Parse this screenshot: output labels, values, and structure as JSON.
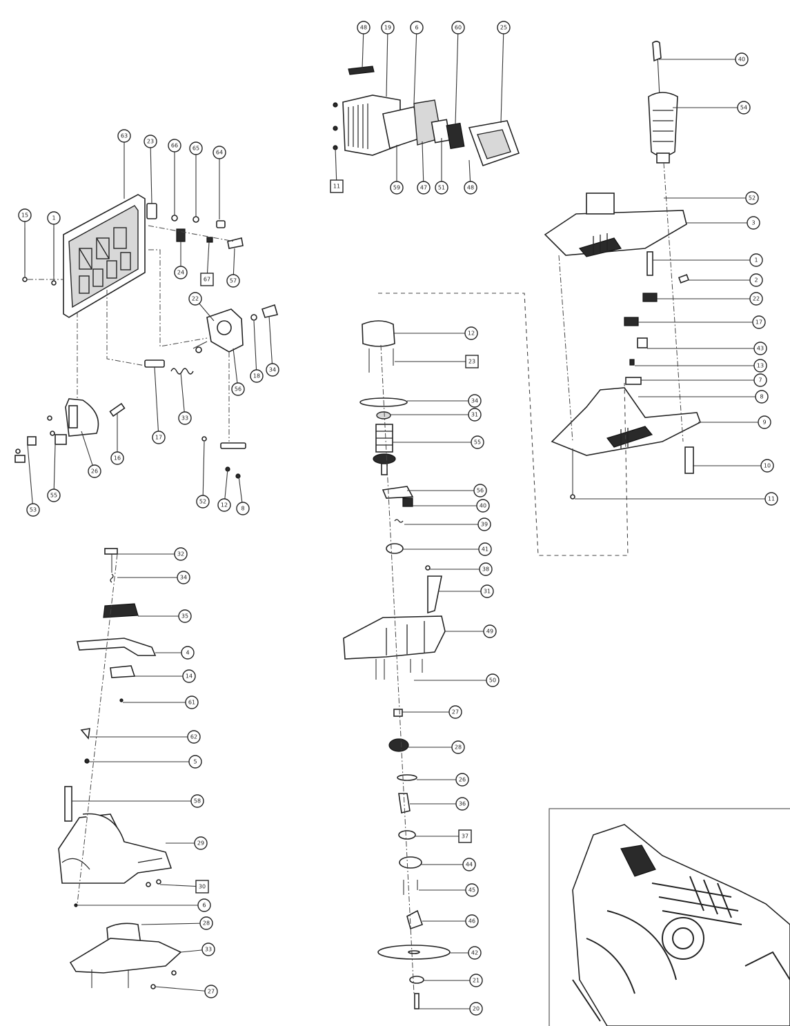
{
  "diagram": {
    "type": "exploded-parts-diagram",
    "colors": {
      "line": "#222222",
      "background": "#ffffff",
      "fill_dark": "#2a2a2a",
      "fill_grey": "#d8d8d8"
    },
    "callouts": [
      "15",
      "1",
      "63",
      "23",
      "66",
      "65",
      "64",
      "24",
      "67",
      "57",
      "22",
      "56",
      "18",
      "34",
      "33",
      "17",
      "26",
      "16",
      "53",
      "55",
      "52",
      "12",
      "8",
      "11",
      "48",
      "19",
      "6",
      "60",
      "25",
      "59",
      "47",
      "51",
      "48",
      "40",
      "54",
      "52",
      "3",
      "1",
      "2",
      "22",
      "17",
      "43",
      "13",
      "7",
      "8",
      "9",
      "10",
      "11",
      "12",
      "23",
      "34",
      "31",
      "55",
      "56",
      "40",
      "39",
      "41",
      "38",
      "31",
      "49",
      "50",
      "27",
      "28",
      "26",
      "36",
      "37",
      "44",
      "45",
      "46",
      "42",
      "21",
      "20",
      "32",
      "34",
      "35",
      "4",
      "14",
      "61",
      "62",
      "5",
      "58",
      "29",
      "30",
      "6",
      "28",
      "33",
      "27",
      "35",
      "26"
    ]
  }
}
